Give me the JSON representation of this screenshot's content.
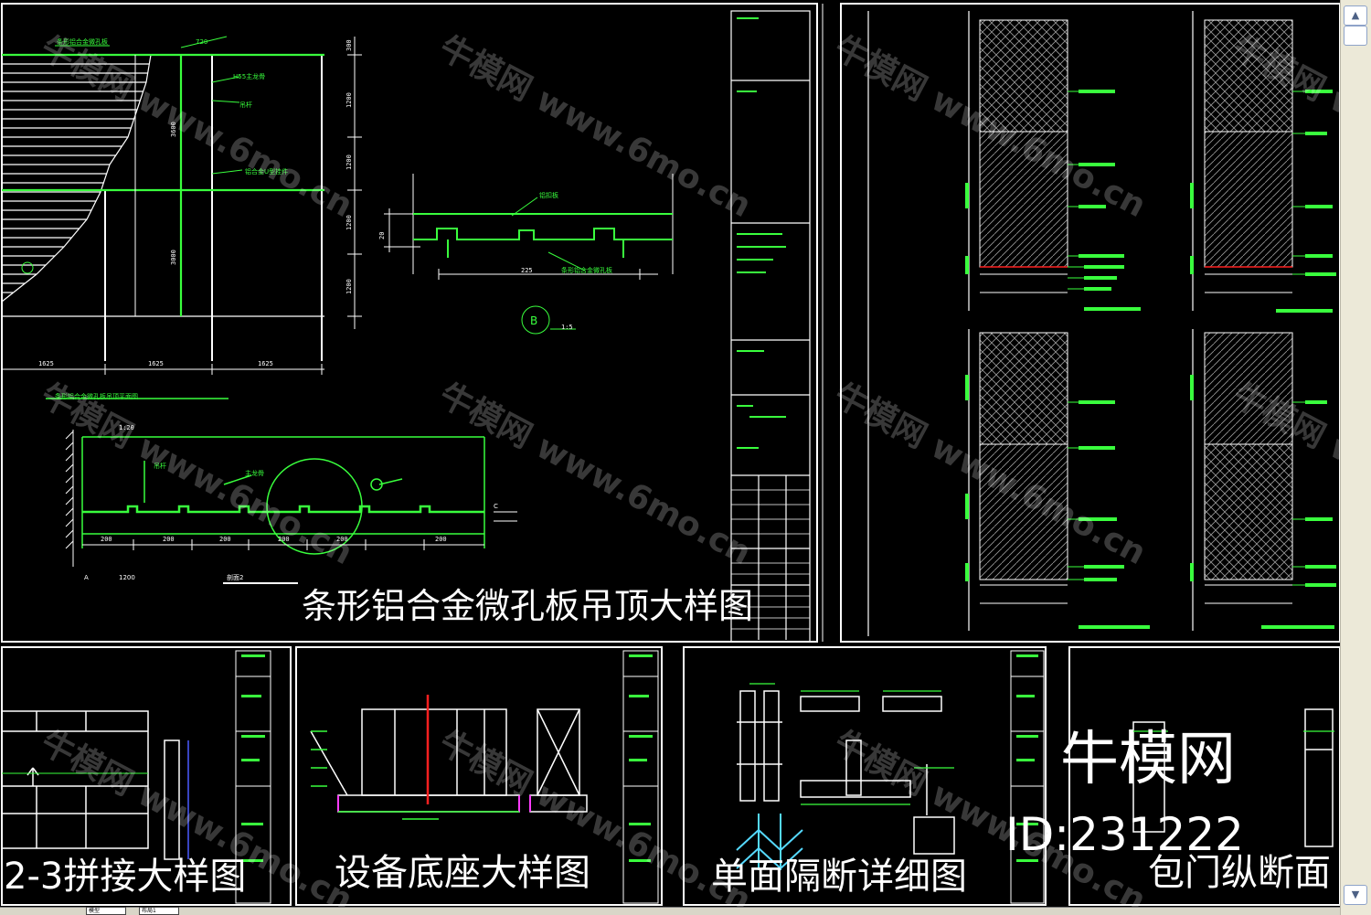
{
  "colors": {
    "background": "#000000",
    "line_white": "#ffffff",
    "line_green": "#39ff3d",
    "line_red": "#ff2020",
    "line_magenta": "#ff3cff",
    "watermark": "#ffffff",
    "scrollbar": "#ece9d8"
  },
  "drawings": {
    "main_title": "条形铝合金微孔板吊顶大样图",
    "panel_titles": [
      "2-3拼接大样图",
      "设备底座大样图",
      "单面隔断详细图",
      "包门纵断面"
    ],
    "section_marker": "B"
  },
  "dimensions": {
    "vertical": [
      "300",
      "1200",
      "1200",
      "1200",
      "1200"
    ],
    "plan_spans": [
      "3600",
      "3000"
    ],
    "horizontal_top": [
      "1625",
      "1625",
      "1625"
    ],
    "profile_height": "20",
    "profile_pitch": "225",
    "bottom_spans": [
      "200",
      "200",
      "200",
      "200",
      "200",
      "200"
    ],
    "span_total": "1200",
    "scale_top": "1:20",
    "scale_section": "1:5"
  },
  "watermark": {
    "site": "牛模网 www.6mo.cn"
  },
  "branding": {
    "logo_text": "牛模网",
    "id_text": "ID:231222"
  },
  "scrollbar": {
    "up_icon": "▲",
    "down_icon": "▼"
  },
  "sheet_tabs": [
    "模型",
    "布局1"
  ]
}
